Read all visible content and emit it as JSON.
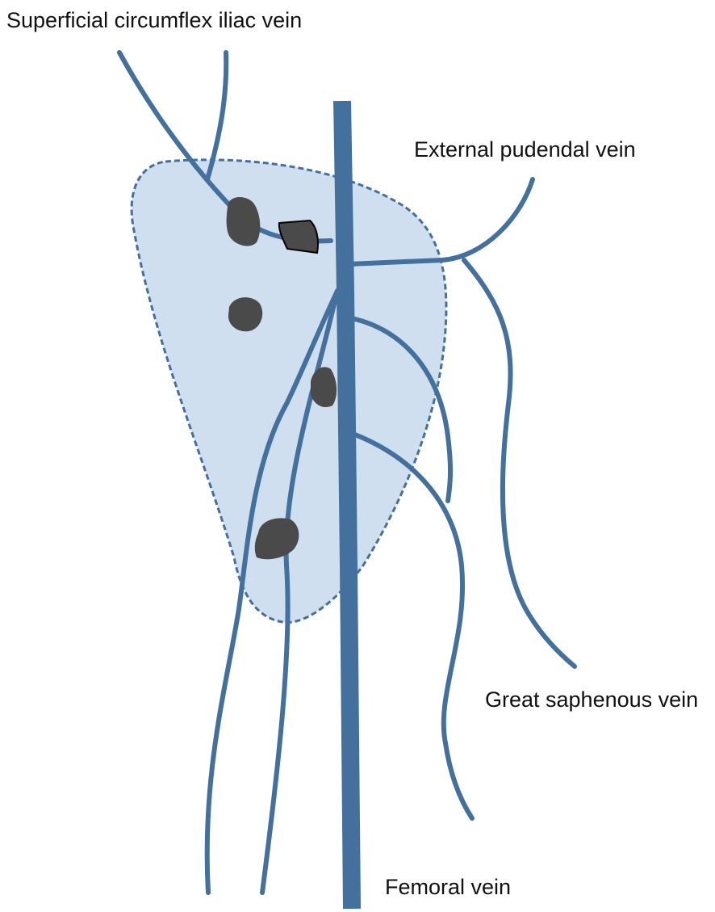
{
  "labels": {
    "superficial_circumflex_iliac_vein": "Superficial circumflex iliac vein",
    "external_pudendal_vein": "External pudendal vein",
    "great_saphenous_vein": "Great saphenous vein",
    "femoral_vein": "Femoral vein"
  },
  "colors": {
    "vein": "#44709e",
    "region_fill": "#cfdff0",
    "region_border": "#44709e",
    "lymph_node": "#4a4a4a",
    "node_outline": "#000000",
    "background": "#ffffff"
  },
  "icons": {
    "vein": "blue-curved-line",
    "lymph_node": "dark-gray-rounded-blob",
    "region": "dashed-light-blue-outline"
  }
}
